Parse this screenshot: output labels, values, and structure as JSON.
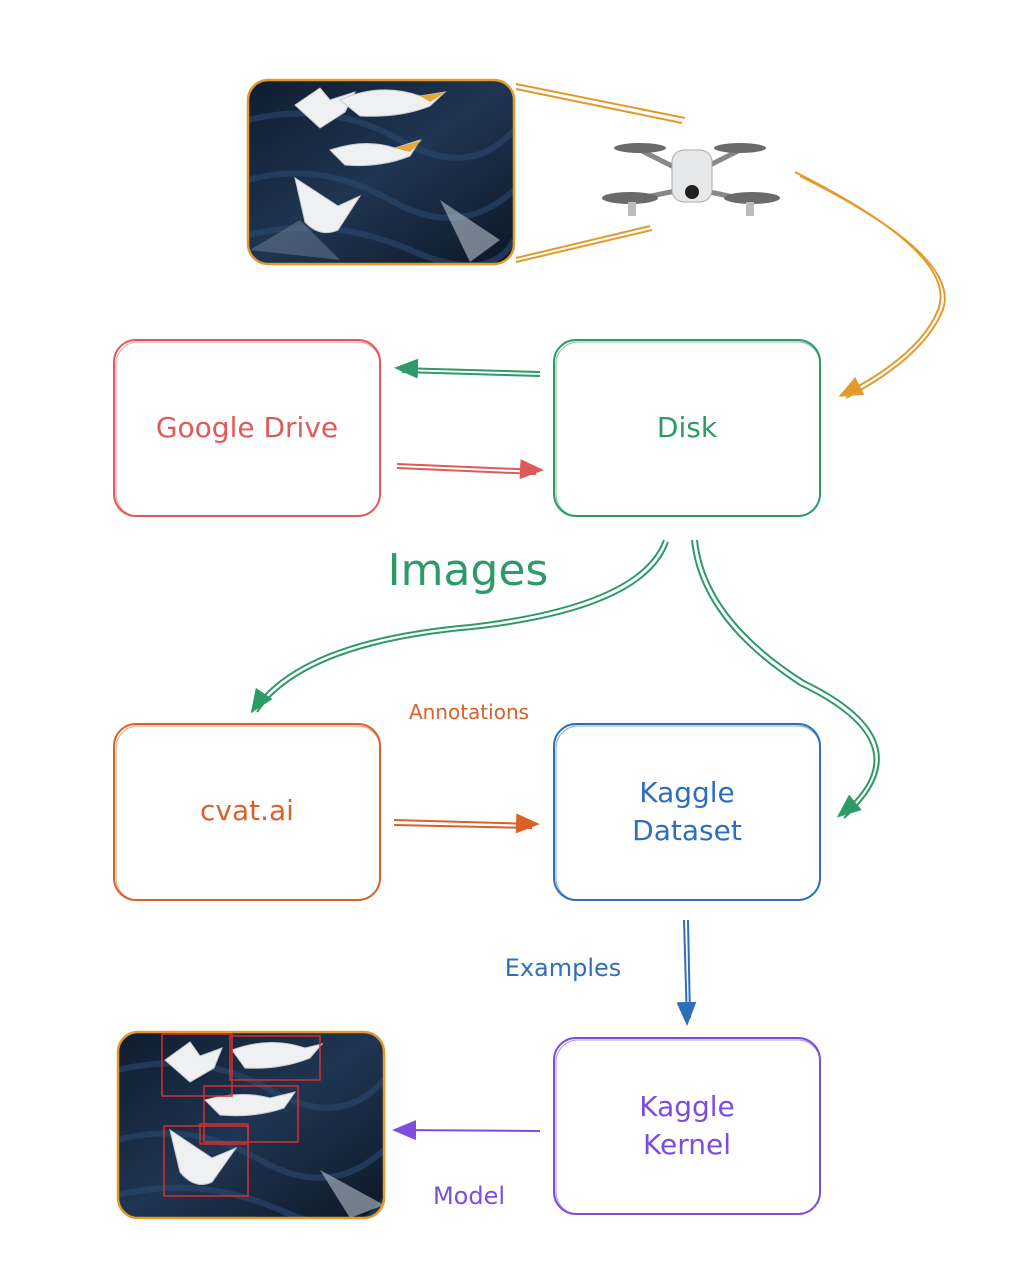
{
  "nodes": {
    "google_drive": {
      "label": "Google Drive",
      "color": "#e05a5a"
    },
    "disk": {
      "label": "Disk",
      "color": "#2e9a67"
    },
    "cvat": {
      "label": "cvat.ai",
      "color": "#d9622b"
    },
    "kaggle_dataset": {
      "label_line1": "Kaggle",
      "label_line2": "Dataset",
      "color": "#2f6fb8"
    },
    "kaggle_kernel": {
      "label_line1": "Kaggle",
      "label_line2": "Kernel",
      "color": "#7b4ee0"
    }
  },
  "edge_labels": {
    "images": {
      "text": "Images",
      "color": "#2e9a67"
    },
    "annotations": {
      "text": "Annotations",
      "color": "#d9622b"
    },
    "examples": {
      "text": "Examples",
      "color": "#2f6fb8"
    },
    "model": {
      "text": "Model",
      "color": "#7b4ee0"
    }
  },
  "colors": {
    "drone_arrow": "#e39a2b",
    "photo_frame": "#e39a2b",
    "bbox": "#d62f2f",
    "water_dark": "#0f1c2e",
    "water_mid": "#1f3552"
  },
  "pictures": {
    "input_photo": "pelicans-over-water",
    "drone": "quadcopter-drone",
    "output_photo": "pelicans-with-detection-boxes"
  },
  "detections": {
    "count": 5
  }
}
